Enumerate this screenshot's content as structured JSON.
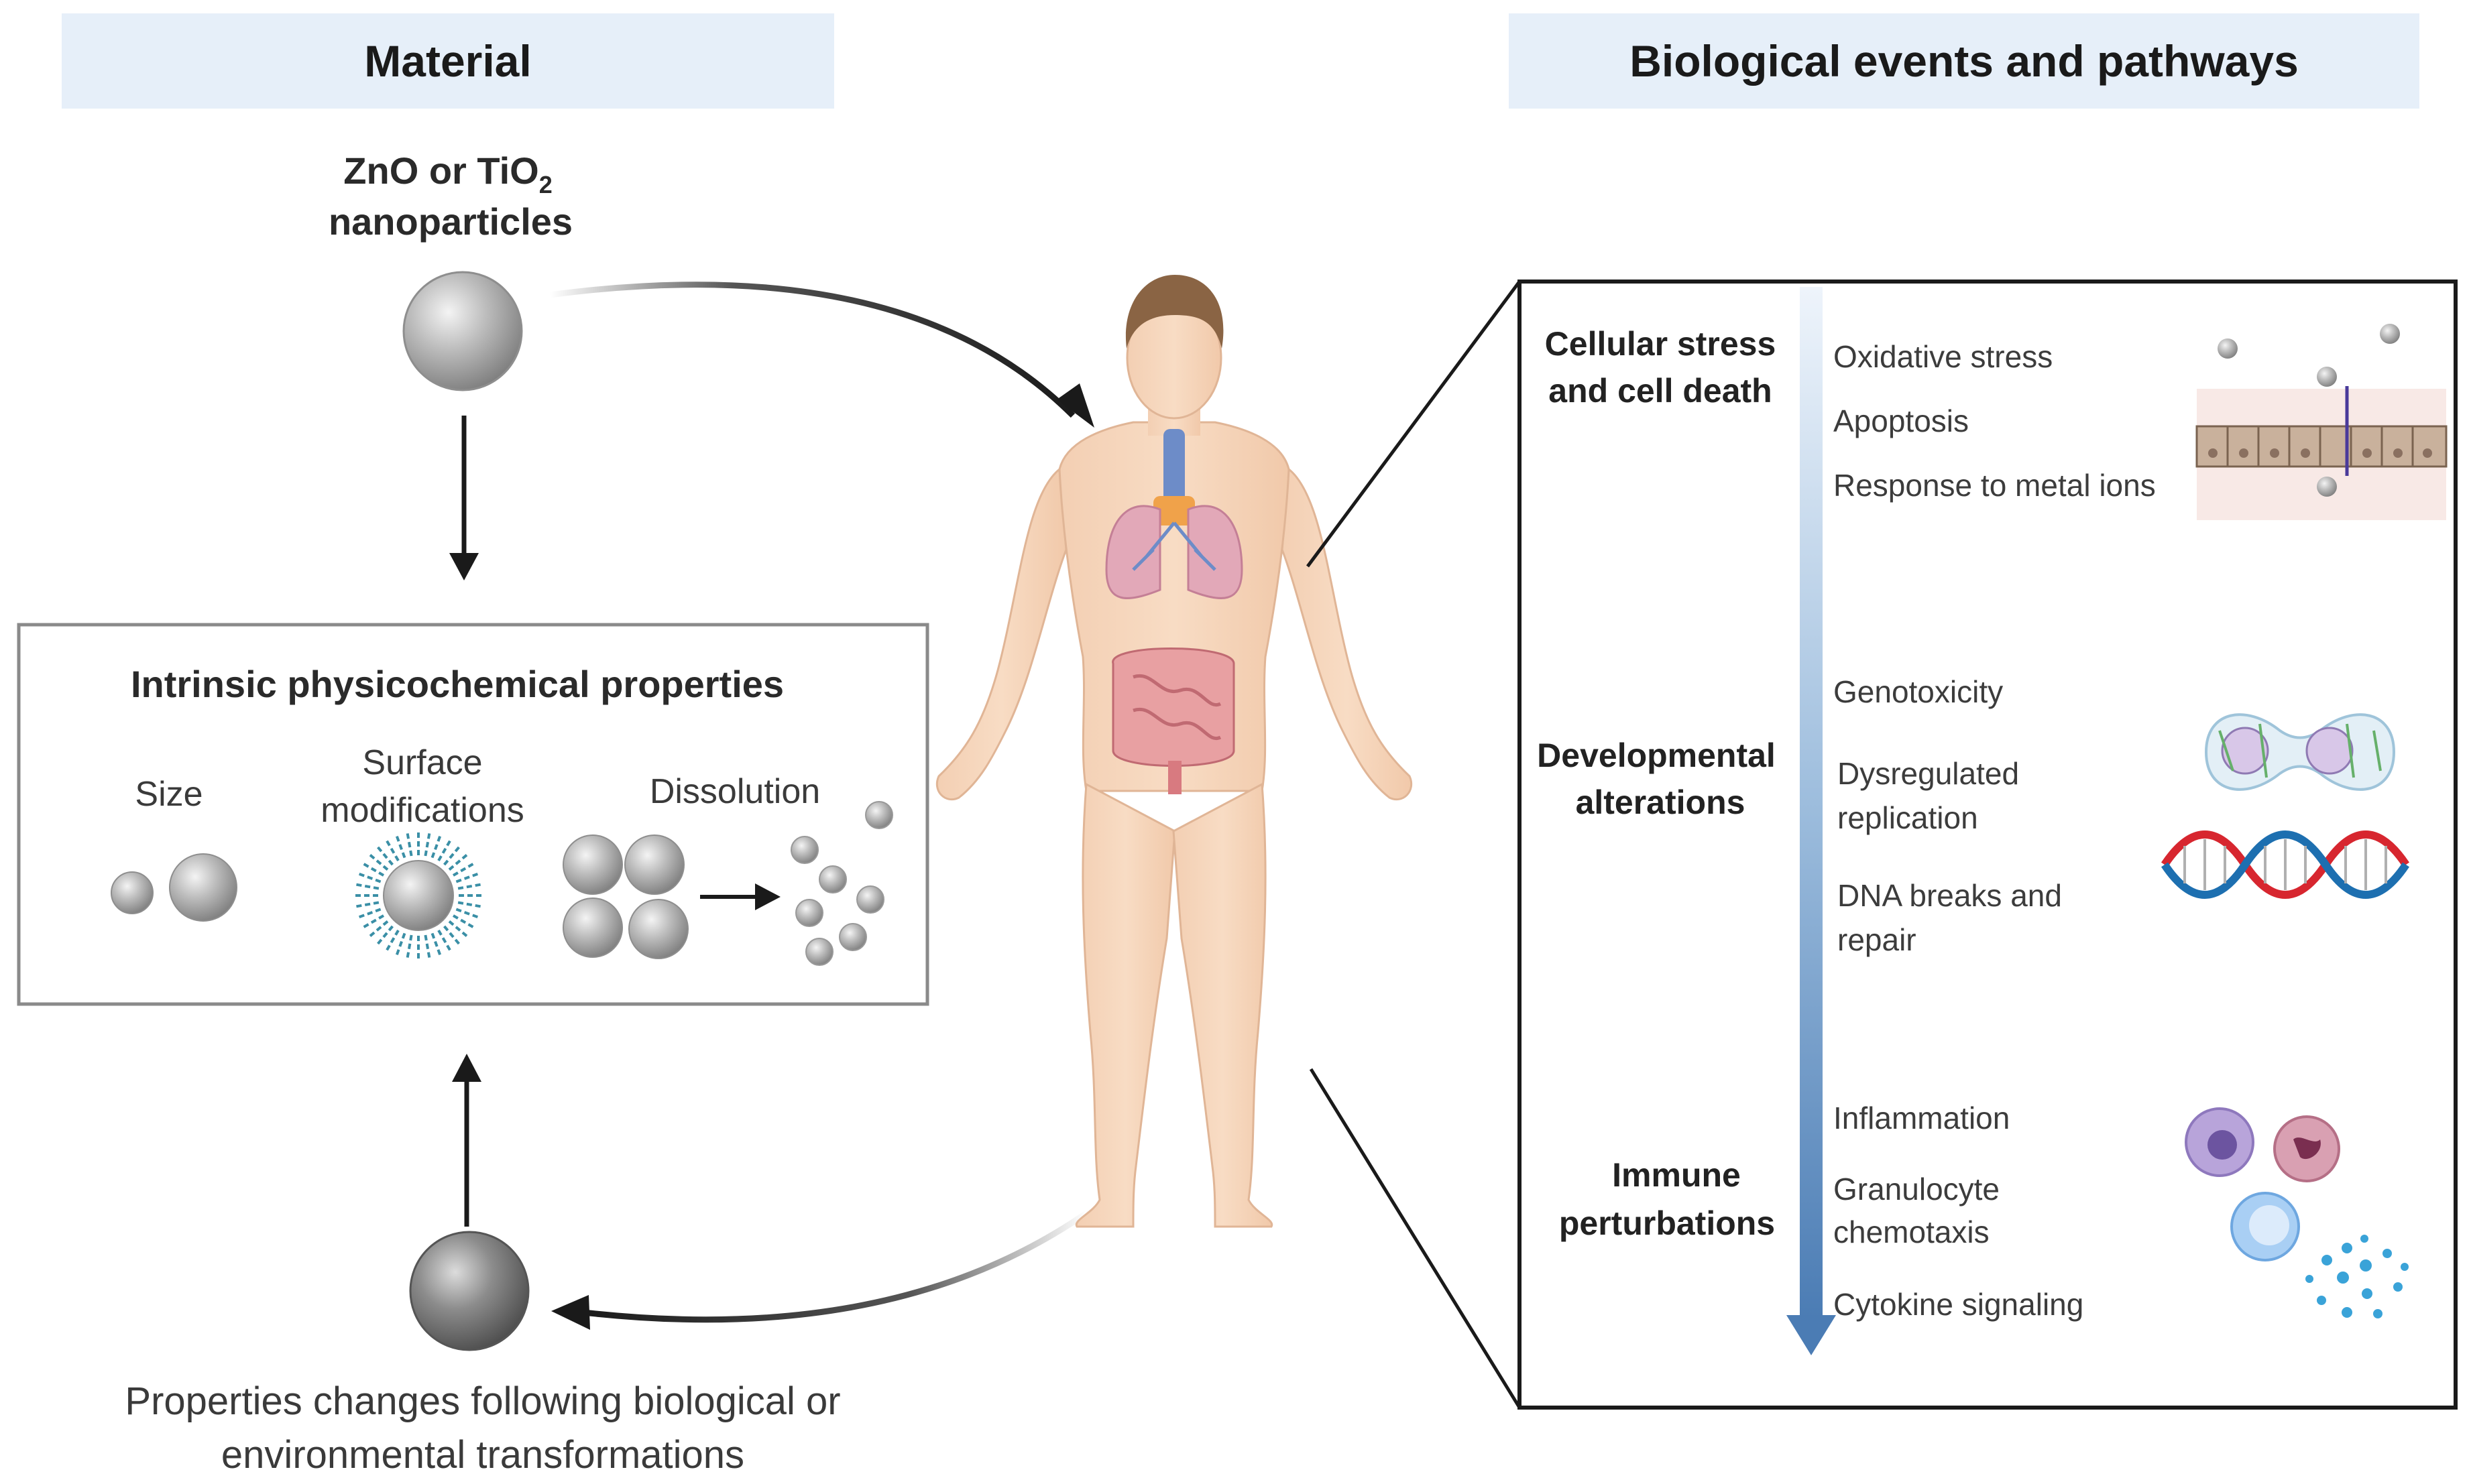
{
  "headers": {
    "material": "Material",
    "biological": "Biological events and pathways"
  },
  "material": {
    "np_title_line1": "ZnO or TiO",
    "np_title_sub": "2",
    "np_title_line2": "nanoparticles"
  },
  "properties_box": {
    "title": "Intrinsic physicochemical properties",
    "size_label": "Size",
    "surface_label_line1": "Surface",
    "surface_label_line2": "modifications",
    "dissolution_label": "Dissolution"
  },
  "bottom_caption": {
    "line1": "Properties changes following biological or",
    "line2": "environmental transformations"
  },
  "pathways": {
    "categories": [
      {
        "line1": "Cellular stress",
        "line2": "and cell death",
        "events": [
          "Oxidative stress",
          "Apoptosis",
          "Response to metal ions"
        ]
      },
      {
        "line1": "Developmental",
        "line2": "alterations",
        "events": [
          "Genotoxicity",
          "Dysregulated",
          "replication",
          "DNA breaks and",
          "repair"
        ]
      },
      {
        "line1": "Immune",
        "line2": "perturbations",
        "events": [
          "Inflammation",
          "Granulocyte",
          "chemotaxis",
          "Cytokine signaling"
        ]
      }
    ]
  },
  "icons": {
    "nanoparticle": "nanoparticle-icon",
    "human_body": "human-body-icon",
    "epithelium": "epithelium-icon",
    "dividing_cell": "dividing-cell-icon",
    "dna": "dna-helix-icon",
    "immune_cells": "immune-cells-icon"
  },
  "colors": {
    "header_bg": "#e6eff9",
    "gradient_top": "#e8f1fa",
    "gradient_bottom": "#4f7fb6",
    "dna_red": "#d7262f",
    "dna_blue": "#1d6fb0"
  }
}
